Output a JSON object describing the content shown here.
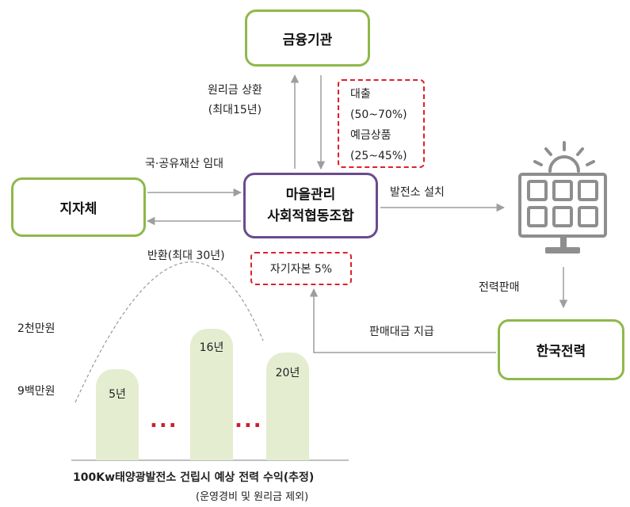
{
  "nodes": {
    "finance": "금융기관",
    "local_gov": "지자체",
    "coop_line1": "마을관리",
    "coop_line2": "사회적협동조합",
    "kepco": "한국전력"
  },
  "labels": {
    "repay_line1": "원리금 상환",
    "repay_line2": "(최대15년)",
    "loan_box": [
      "대출",
      "(50~70%)",
      "예금상품",
      "(25~45%)"
    ],
    "lease": "국·공유재산 임대",
    "return": "반환(최대 30년)",
    "equity": "자기자본 5%",
    "install": "발전소 설치",
    "sell_power": "전력판매",
    "payment": "판매대금 지급"
  },
  "chart_data": {
    "type": "bar",
    "categories": [
      "5년",
      "16년",
      "20년"
    ],
    "y_tick_labels": [
      "2천만원",
      "9백만원"
    ],
    "title": "100Kw태양광발전소 건립시 예상 전력 수익(추정)",
    "subtitle": "(운영경비 및 원리금 제외)",
    "ellipsis": "..."
  },
  "colors": {
    "green_border": "#8fb84a",
    "purple_border": "#6a4b8f",
    "dashed_red": "#e0202a",
    "bar_fill": "#e4edd0",
    "arrow_gray": "#9e9e9e",
    "dots_red": "#cc1f2b"
  },
  "icons": {
    "solar": "solar-panel-icon"
  }
}
